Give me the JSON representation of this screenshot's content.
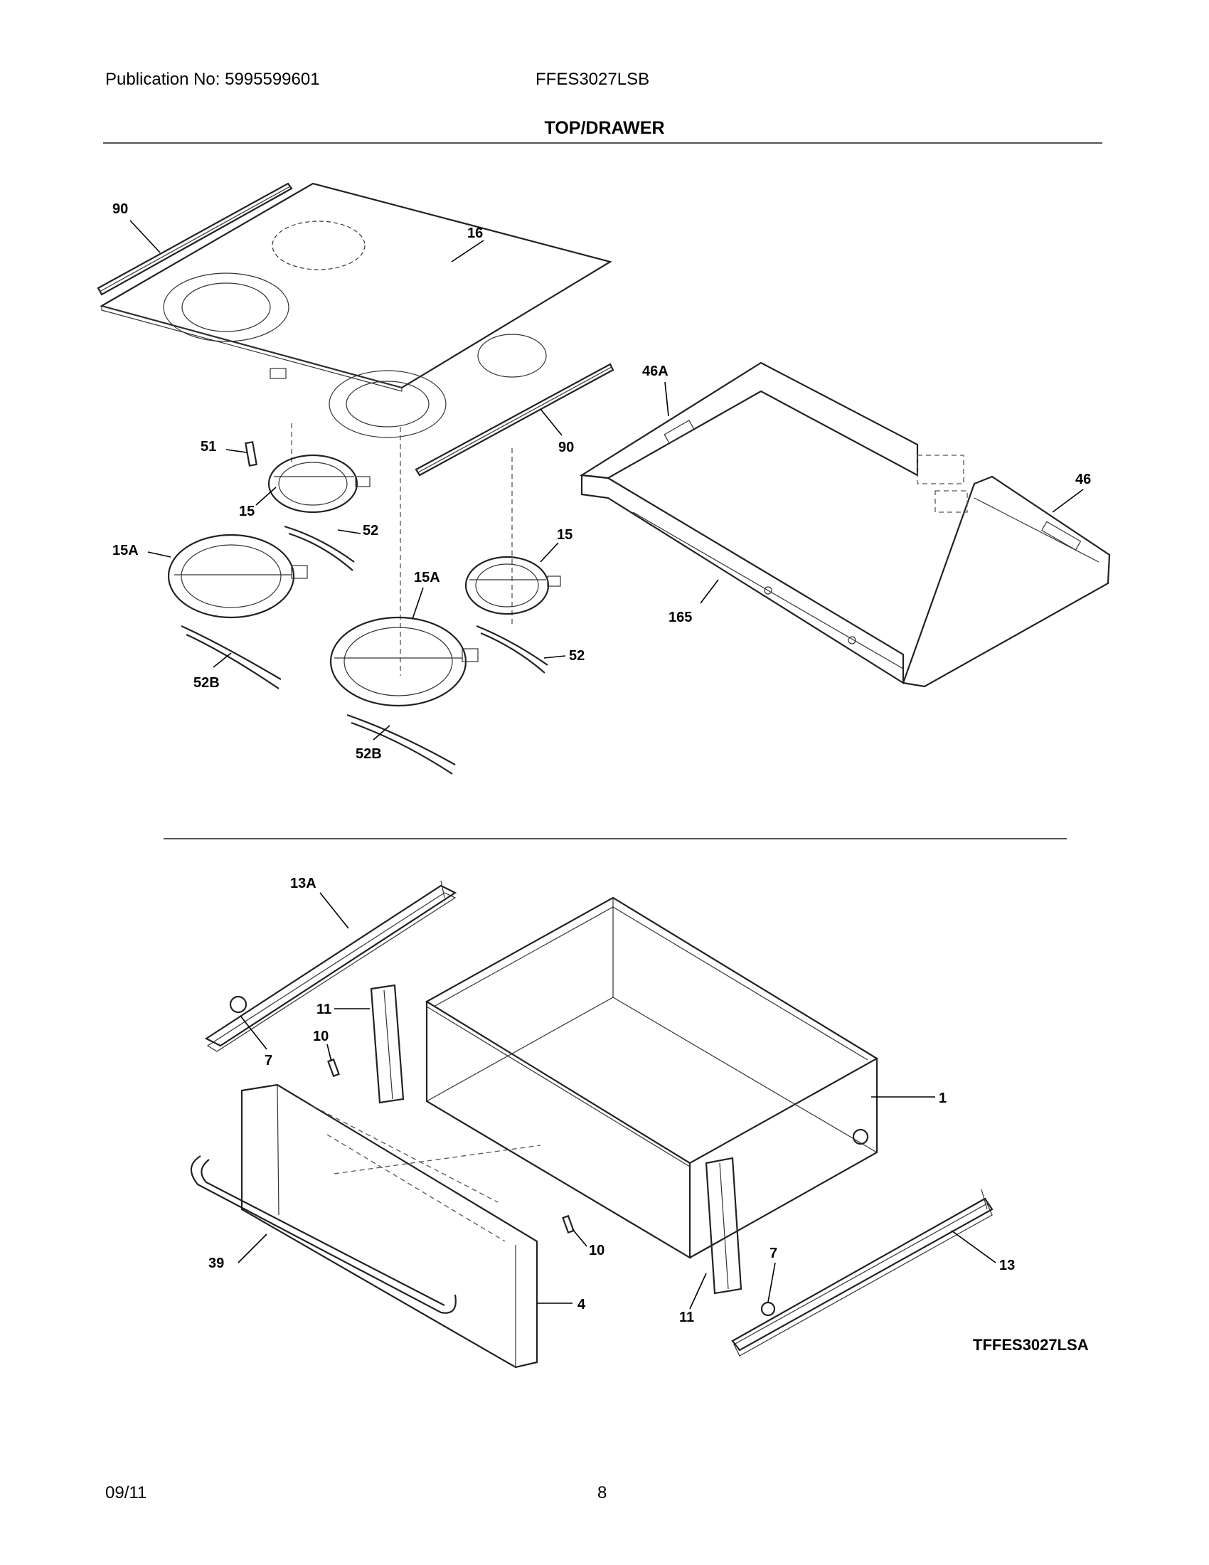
{
  "header": {
    "publication": "Publication No: 5995599601",
    "model": "FFES3027LSB",
    "title": "TOP/DRAWER"
  },
  "callouts": {
    "c90a": "90",
    "c16": "16",
    "c90b": "90",
    "c46A": "46A",
    "c46": "46",
    "c51": "51",
    "c15a": "15",
    "c52a": "52",
    "c15A_a": "15A",
    "c15A_b": "15A",
    "c15b": "15",
    "c52b": "52",
    "c165": "165",
    "c52B_a": "52B",
    "c52B_b": "52B",
    "c13A": "13A",
    "c11a": "11",
    "c7a": "7",
    "c10a": "10",
    "c1": "1",
    "c39": "39",
    "c10b": "10",
    "c4": "4",
    "c7b": "7",
    "c13": "13",
    "c11b": "11"
  },
  "diagram_ref": "TFFES3027LSA",
  "footer": {
    "date": "09/11",
    "page": "8"
  }
}
